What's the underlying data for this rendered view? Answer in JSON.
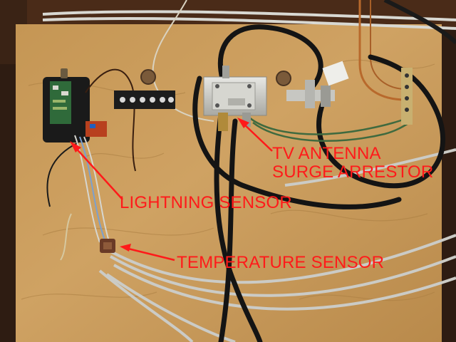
{
  "labels": {
    "tv_antenna_line1": "TV ANTENNA",
    "tv_antenna_line2": "SURGE ARRESTOR",
    "lightning_sensor": "LIGHTNING SENSOR",
    "temperature_sensor": "TEMPERATURE SENSOR"
  },
  "colors": {
    "annotation": "#ff1a1a",
    "plywood": "#c89a5a",
    "joist": "#3b2214",
    "coax": "#151515",
    "grey_cable": "#c9c9c4",
    "copper": "#b8692c"
  }
}
